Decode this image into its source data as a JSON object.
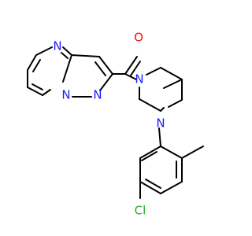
{
  "colors": {
    "carbon_bond": "#000000",
    "nitrogen": "#1d1dff",
    "oxygen": "#ff0d0d",
    "chlorine": "#23b023",
    "background": "#ffffff"
  },
  "atoms": {
    "oxygen_label": "O",
    "nitrogen_pyrimidine_label": "N",
    "nitrogen_bridge_label": "N",
    "nitrogen_pyrazole_label": "N",
    "nitrogen_piperazine_top_label": "N",
    "nitrogen_piperazine_bottom_label": "N",
    "chlorine_label": "Cl"
  }
}
